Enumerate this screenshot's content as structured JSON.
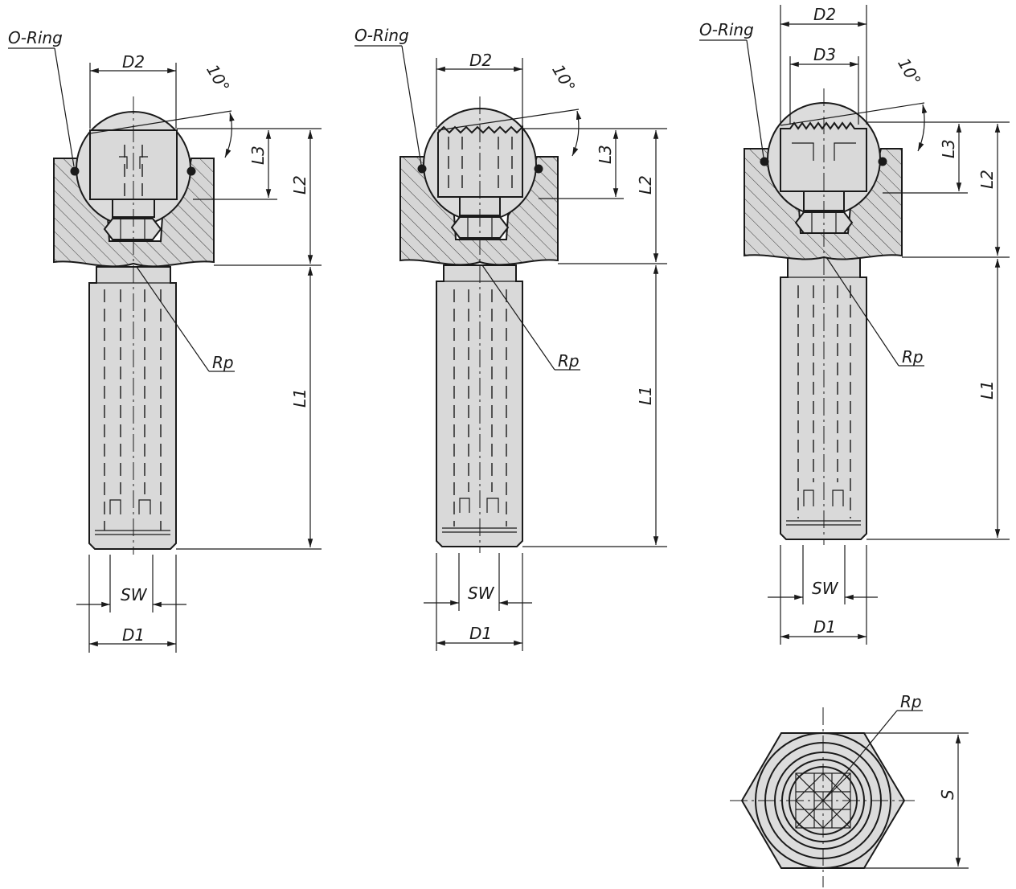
{
  "labels": {
    "o_ring": "O-Ring",
    "d1": "D1",
    "d2": "D2",
    "d3": "D3",
    "l1": "L1",
    "l2": "L2",
    "l3": "L3",
    "sw": "SW",
    "rp": "Rp",
    "s": "S",
    "angle": "10°"
  }
}
